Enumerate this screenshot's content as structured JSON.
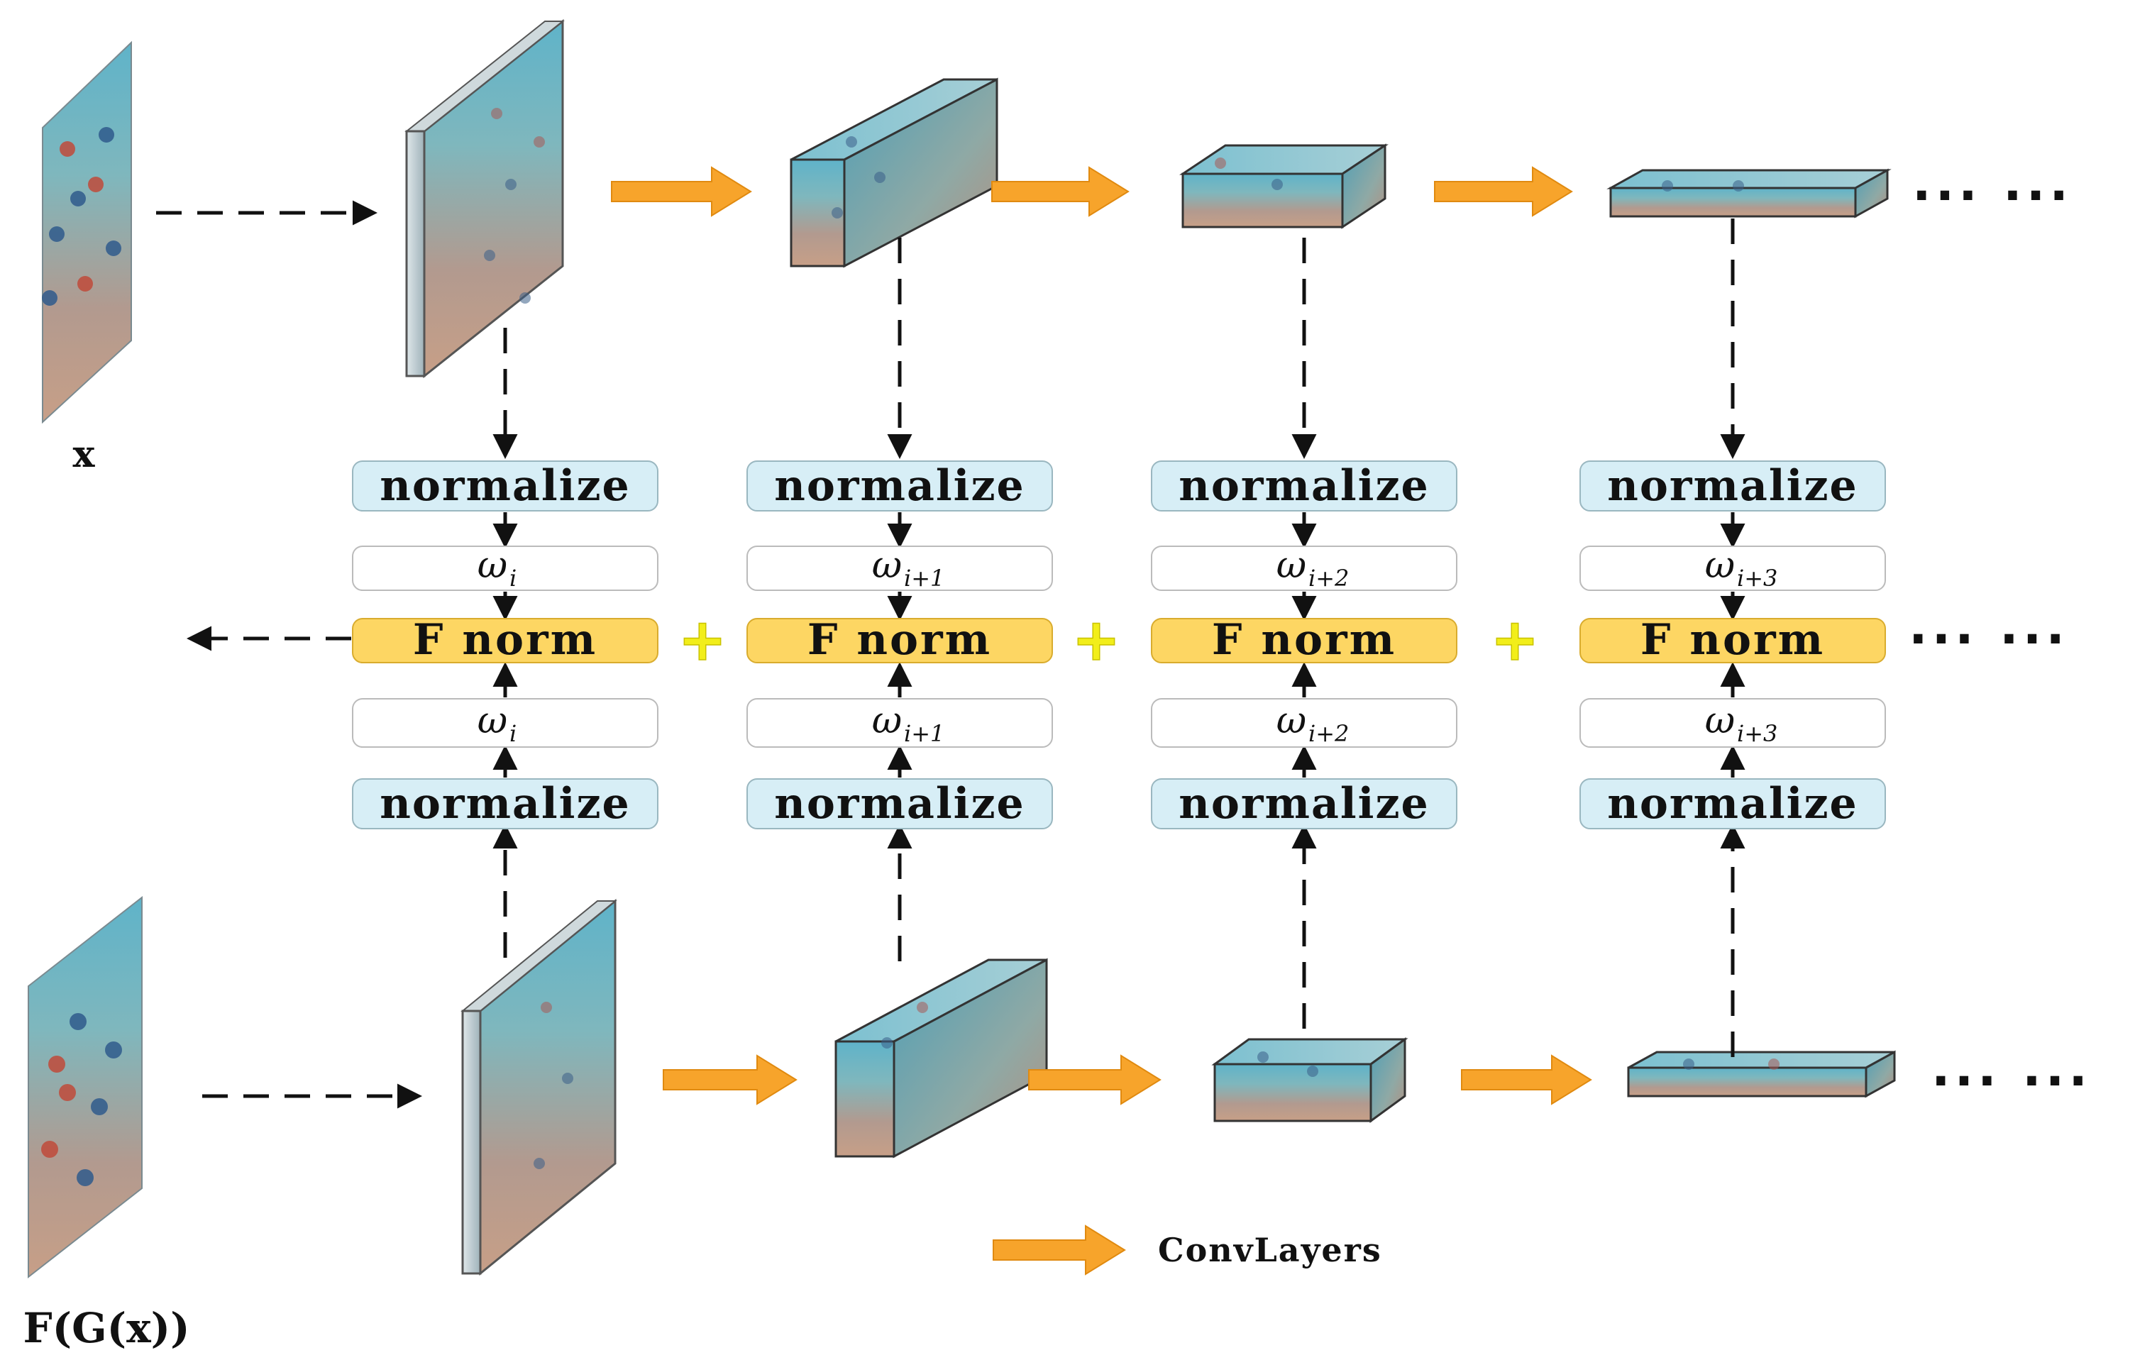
{
  "input": {
    "top_label": "x",
    "bottom_label": "F(G(x))"
  },
  "stage_labels": {
    "normalize": "normalize",
    "fnorm": "F norm",
    "omega": "ω"
  },
  "stages": [
    {
      "subscript": "i"
    },
    {
      "subscript": "i+1"
    },
    {
      "subscript": "i+2"
    },
    {
      "subscript": "i+3"
    }
  ],
  "plus_symbol": "+",
  "ellipsis": "··· ···",
  "legend": {
    "label": "ConvLayers",
    "arrow_color": "#f7a42b"
  },
  "colors": {
    "normalize_fill": "#d7eef6",
    "fnorm_fill": "#fdd663",
    "conv_arrow": "#f7a42b",
    "plus": "#f2ee1a"
  },
  "icons": {
    "input_image": "underwater-fish-image-icon",
    "feature_map": "feature-map-block-icon"
  }
}
